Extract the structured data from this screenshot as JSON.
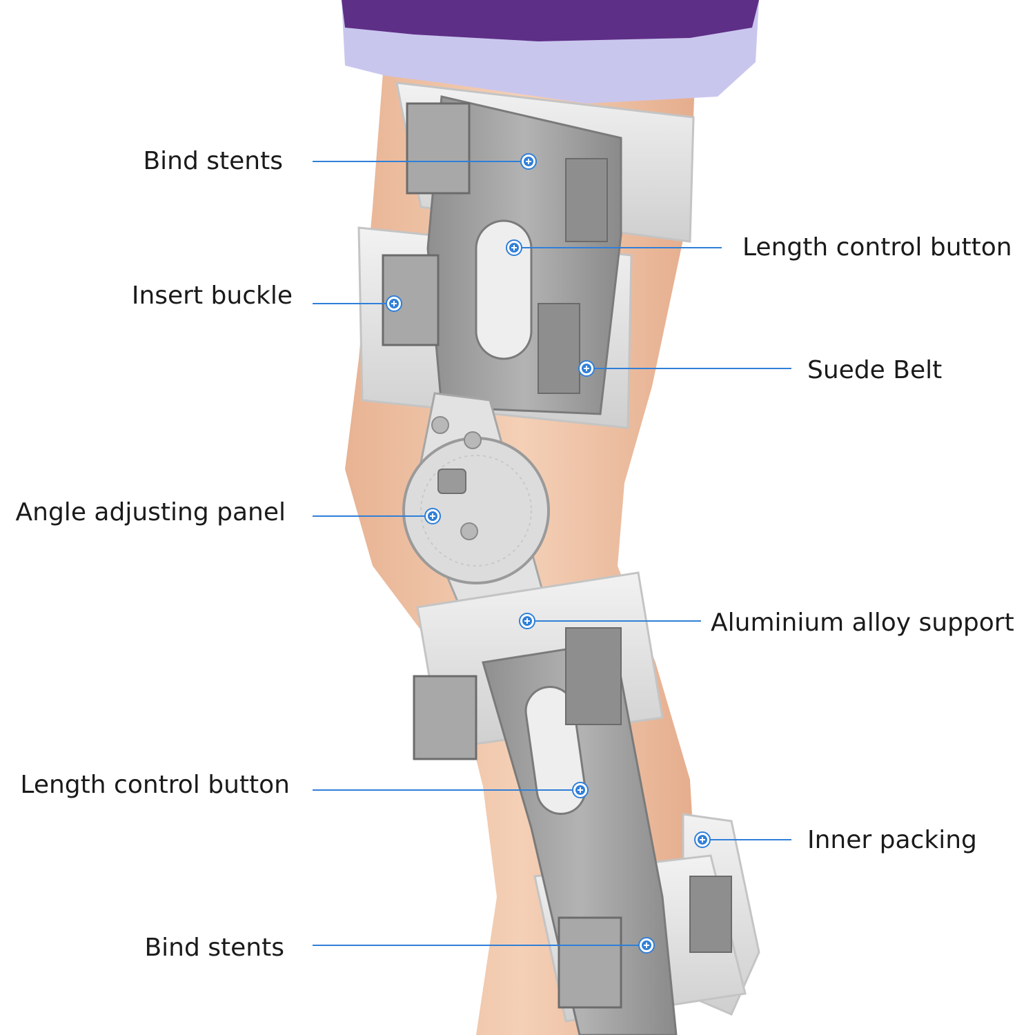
{
  "callouts": [
    {
      "id": "bind-stents-top",
      "label": "Bind stents",
      "side": "left"
    },
    {
      "id": "length-control-button-top",
      "label": "Length control button",
      "side": "right"
    },
    {
      "id": "insert-buckle",
      "label": "Insert buckle",
      "side": "left"
    },
    {
      "id": "suede-belt",
      "label": "Suede Belt",
      "side": "right"
    },
    {
      "id": "angle-adjusting-panel",
      "label": "Angle adjusting panel",
      "side": "left"
    },
    {
      "id": "aluminium-alloy-support",
      "label": "Aluminium alloy support",
      "side": "right"
    },
    {
      "id": "length-control-button-bottom",
      "label": "Length control button",
      "side": "left"
    },
    {
      "id": "inner-packing",
      "label": "Inner packing",
      "side": "right"
    },
    {
      "id": "bind-stents-bottom",
      "label": "Bind stents",
      "side": "left"
    }
  ],
  "colors": {
    "leader_line": "#2f7fd8",
    "marker_fill": "#2f7fd8",
    "skin": "#efc3a5",
    "shorts": "#5e2f87",
    "shorts_trim": "#c9c6ee",
    "strap": "#dedede",
    "frame": "#9d9d9d",
    "aluminium": "#e2e2e2"
  }
}
